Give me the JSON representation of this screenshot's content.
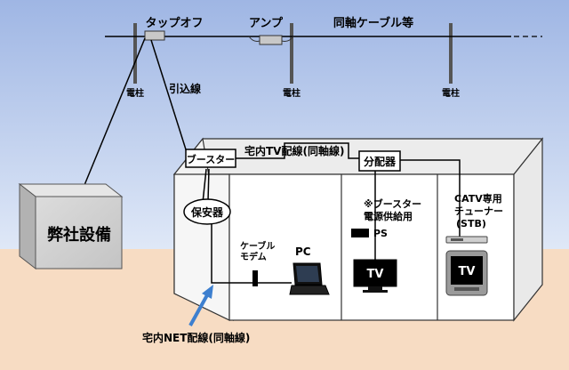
{
  "labels": {
    "tap_off": "タップオフ",
    "amp": "アンプ",
    "coax_cable": "同軸ケーブル等",
    "pole": "電柱",
    "drop_line": "引込線",
    "company_equipment": "弊社設備",
    "home_tv_wiring": "宅内TV配線(同軸線)",
    "booster": "ブースター",
    "splitter": "分配器",
    "protector": "保安器",
    "booster_psu_line1": "※ブースター",
    "booster_psu_line2": "電源供給用",
    "ps": "PS",
    "catv_line1": "CATV専用",
    "catv_line2": "チューナー",
    "catv_line3": "(STB)",
    "cable_modem_line1": "ケーブル",
    "cable_modem_line2": "モデム",
    "pc": "PC",
    "tv_1": "TV",
    "tv_2": "TV",
    "home_net_wiring": "宅内NET配線(同軸線)"
  },
  "colors": {
    "sky_top": "#9fb6e4",
    "sky_bottom": "#dfe8f7",
    "ground": "#f7dcc3",
    "cable": "#000000",
    "pole": "#555555",
    "box_face": "#d2d2d2",
    "box_top": "#e6e6e6",
    "box_side": "#b2b2b2",
    "house_side": "#f2f2f2",
    "arrow": "#3d7fcf"
  }
}
